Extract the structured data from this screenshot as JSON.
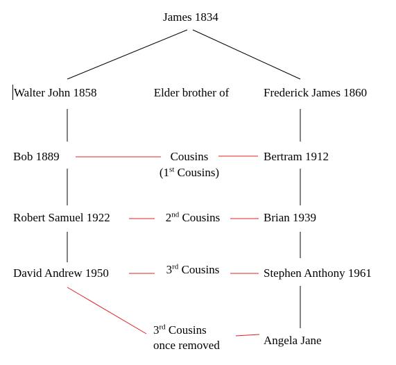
{
  "people": {
    "james": "James 1834",
    "walter": "Walter John 1858",
    "frederick": "Frederick James 1860",
    "bob": "Bob 1889",
    "bertram": "Bertram 1912",
    "robert": "Robert Samuel 1922",
    "brian": "Brian 1939",
    "david": "David Andrew 1950",
    "stephen": "Stephen Anthony 1961",
    "angela": "Angela Jane"
  },
  "relations": {
    "elder": "Elder brother of",
    "cousins": "Cousins",
    "first_open": "(1",
    "first_sup": "st",
    "first_close": " Cousins)",
    "second_sup": "nd",
    "second_word": " Cousins",
    "third_sup": "rd",
    "third_word": " Cousins",
    "removed_sup": "rd",
    "removed_word": " Cousins",
    "removed_line2": "once removed",
    "ordinal_digit_2": "2",
    "ordinal_digit_3": "3"
  },
  "colors": {
    "tree_line": "#000000",
    "cousin_line": "#e02020"
  }
}
